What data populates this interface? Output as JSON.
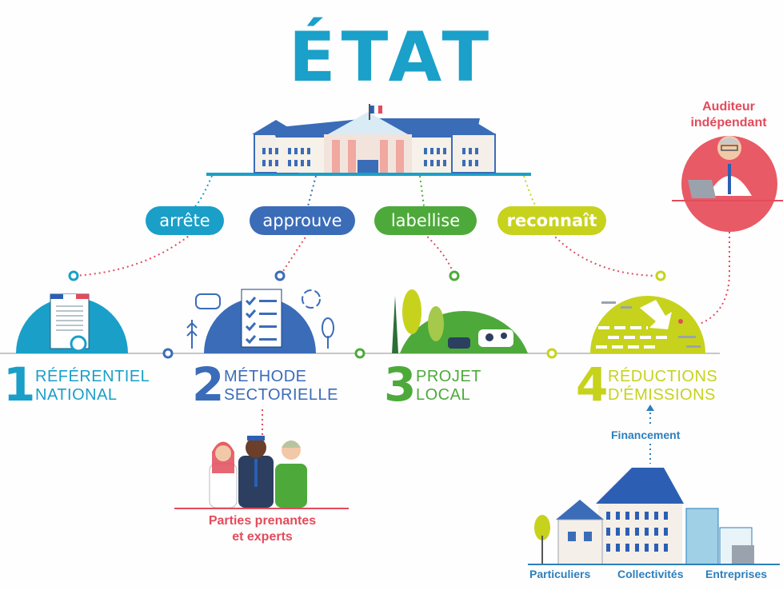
{
  "title": "ÉTAT",
  "actions": [
    {
      "label": "arrête",
      "color": "#1a9fc8"
    },
    {
      "label": "approuve",
      "color": "#3b6cb8"
    },
    {
      "label": "labellise",
      "color": "#4daa3a"
    },
    {
      "label": "reconnaît",
      "color": "#c7d21c"
    }
  ],
  "steps": [
    {
      "number": "1",
      "line1": "RÉFÉRENTIEL",
      "line2": "NATIONAL",
      "color": "#1a9fc8"
    },
    {
      "number": "2",
      "line1": "MÉTHODE",
      "line2": "SECTORIELLE",
      "color": "#3b6cb8"
    },
    {
      "number": "3",
      "line1": "PROJET",
      "line2": "LOCAL",
      "color": "#4daa3a"
    },
    {
      "number": "4",
      "line1": "RÉDUCTIONS",
      "line2": "D'ÉMISSIONS",
      "color": "#c7d21c"
    }
  ],
  "auditor": {
    "line1": "Auditeur",
    "line2": "indépendant"
  },
  "stakeholders": {
    "line1": "Parties prenantes",
    "line2": "et experts"
  },
  "financing": "Financement",
  "funders": [
    "Particuliers",
    "Collectivités",
    "Entreprises"
  ],
  "colors": {
    "red": "#e34b5b",
    "navy": "#2c7fbd",
    "title": "#1aa0c9"
  }
}
